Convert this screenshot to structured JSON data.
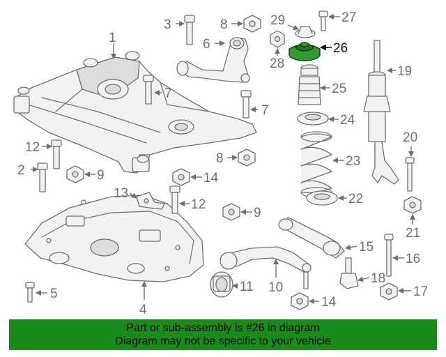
{
  "callouts": [
    {
      "id": "1",
      "text": "1"
    },
    {
      "id": "2",
      "text": "2"
    },
    {
      "id": "3",
      "text": "3"
    },
    {
      "id": "4",
      "text": "4"
    },
    {
      "id": "5",
      "text": "5"
    },
    {
      "id": "6",
      "text": "6"
    },
    {
      "id": "7a",
      "text": "7"
    },
    {
      "id": "7b",
      "text": "7"
    },
    {
      "id": "8a",
      "text": "8"
    },
    {
      "id": "8b",
      "text": "8"
    },
    {
      "id": "9a",
      "text": "9"
    },
    {
      "id": "9b",
      "text": "9"
    },
    {
      "id": "10",
      "text": "10"
    },
    {
      "id": "11",
      "text": "11"
    },
    {
      "id": "12a",
      "text": "12"
    },
    {
      "id": "12b",
      "text": "12"
    },
    {
      "id": "13",
      "text": "13"
    },
    {
      "id": "14a",
      "text": "14"
    },
    {
      "id": "14b",
      "text": "14"
    },
    {
      "id": "15",
      "text": "15"
    },
    {
      "id": "16",
      "text": "16"
    },
    {
      "id": "17",
      "text": "17"
    },
    {
      "id": "18",
      "text": "18"
    },
    {
      "id": "19",
      "text": "19"
    },
    {
      "id": "20",
      "text": "20"
    },
    {
      "id": "21",
      "text": "21"
    },
    {
      "id": "22",
      "text": "22"
    },
    {
      "id": "23",
      "text": "23"
    },
    {
      "id": "24",
      "text": "24"
    },
    {
      "id": "25",
      "text": "25"
    },
    {
      "id": "26",
      "text": "26"
    },
    {
      "id": "27",
      "text": "27"
    },
    {
      "id": "28",
      "text": "28"
    },
    {
      "id": "29",
      "text": "29"
    }
  ],
  "highlighted_part": "26",
  "colors": {
    "highlight": "#2e9c2e",
    "banner": "#188c18",
    "lines": "#6e6e6e"
  },
  "banner": {
    "line1": "Part or sub-assembly is #26 in diagram",
    "line2": "Diagram may not be specific to your vehicle"
  }
}
